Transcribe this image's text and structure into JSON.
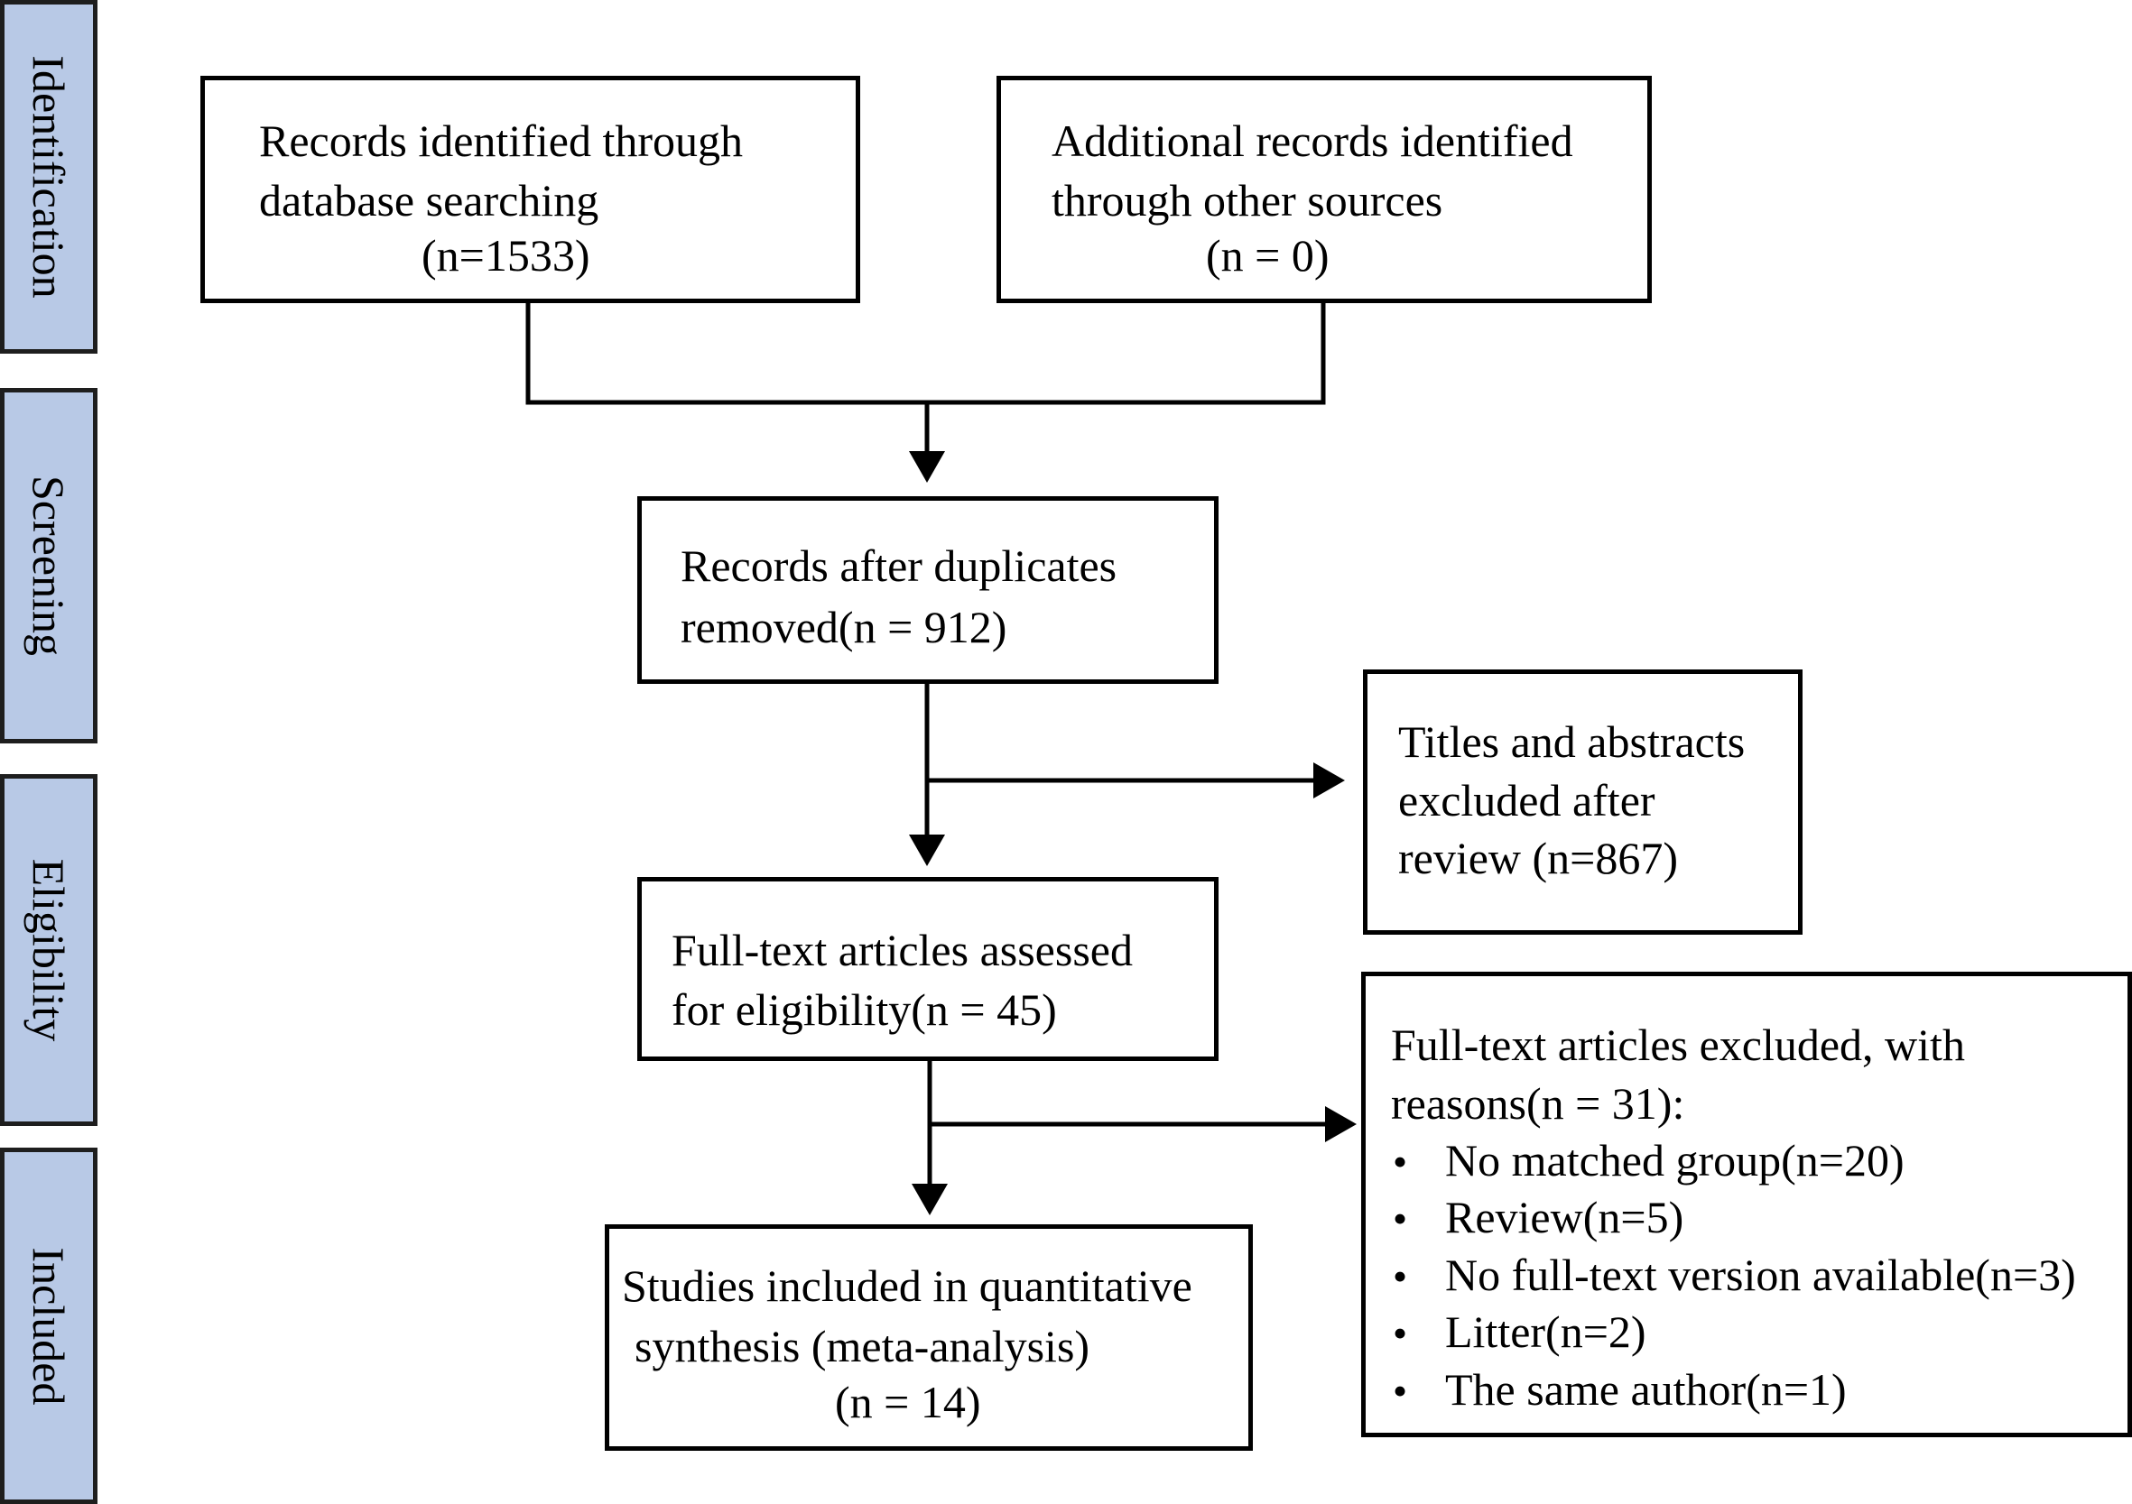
{
  "phases": {
    "identification": "Identification",
    "screening": "Screening",
    "eligibility": "Eligibility",
    "included": "Included"
  },
  "boxes": {
    "database": {
      "line1": "Records identified  through",
      "line2": "database searching",
      "line3": "(n=1533)"
    },
    "other_sources": {
      "line1": "Additional  records identified",
      "line2": "through  other sources",
      "line3": "(n = 0)"
    },
    "after_duplicates": {
      "line1": "Records after  duplicates",
      "line2": "removed(n  = 912)"
    },
    "titles_excluded": {
      "line1": "Titles  and abstracts",
      "line2": "excluded  after",
      "line3": "review  (n=867)"
    },
    "fulltext_assessed": {
      "line1": "Full-text  articles  assessed",
      "line2": "for  eligibility(n  = 45)"
    },
    "fulltext_excluded": {
      "line1": "Full-text  articles  excluded,  with",
      "line2": "reasons(n  = 31):",
      "bullet": "•",
      "reasons": [
        "No matched  group(n=20)",
        "Review(n=5)",
        "No full-text  version  available(n=3)",
        "Litter(n=2)",
        "The  same  author(n=1)"
      ]
    },
    "included_studies": {
      "line1": "Studies  included  in  quantitative",
      "line2": "synthesis  (meta-analysis)",
      "line3": "(n = 14)"
    }
  },
  "colors": {
    "phase_fill": "#b8c9e6",
    "phase_border": "#1e1e1e",
    "box_border": "#000000",
    "line": "#000000"
  }
}
